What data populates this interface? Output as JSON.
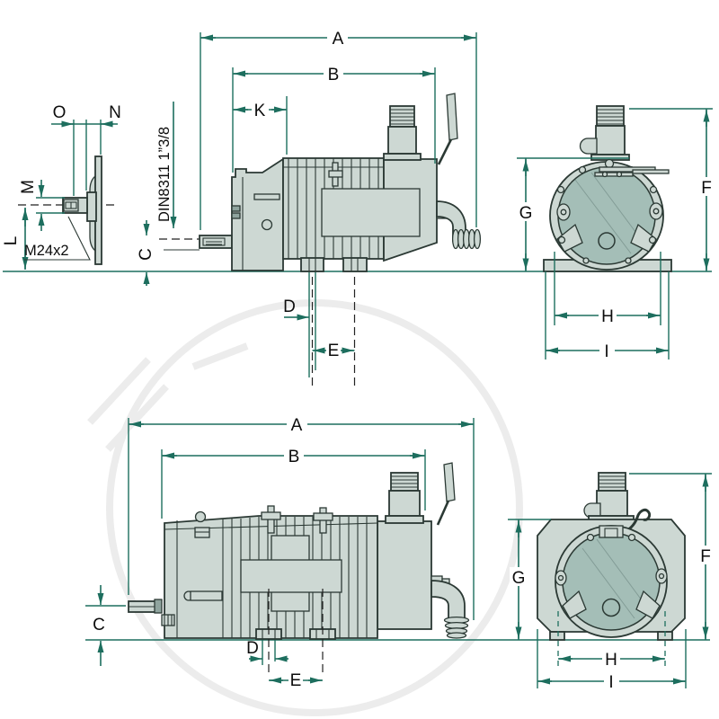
{
  "drawing_type": "technical dimension drawing, pump side and end views",
  "colors": {
    "dimension_line": "#1d6e5e",
    "part_outline": "#2b3934",
    "body_fill": "#cdd8d3",
    "cover_fill": "#a4beb7",
    "background": "#ffffff"
  },
  "labels": {
    "shaft_detail": {
      "O": "O",
      "N": "N",
      "M": "M",
      "L": "L",
      "thread_spec": "M24x2"
    },
    "coupling_spec": "DIN8311 1”3/8",
    "top_side_view": {
      "A": "A",
      "B": "B",
      "K": "K",
      "C": "C",
      "D": "D",
      "E": "E"
    },
    "top_end_view": {
      "F": "F",
      "G": "G",
      "H": "H",
      "I": "I"
    },
    "bottom_side_view": {
      "A": "A",
      "B": "B",
      "C": "C",
      "D": "D",
      "E": "E"
    },
    "bottom_end_view": {
      "F": "F",
      "G": "G",
      "H": "H",
      "I": "I"
    }
  }
}
